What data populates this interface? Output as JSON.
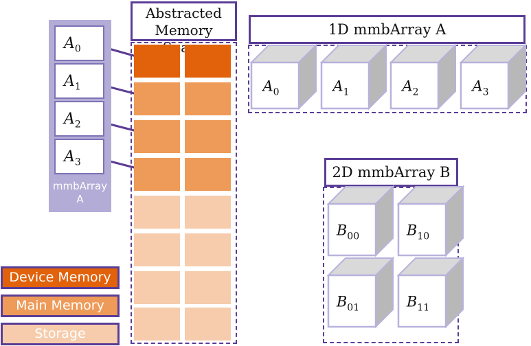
{
  "memory": {
    "header_line1": "Abstracted",
    "header_line2": "Memory Space",
    "rows": [
      "device",
      "main",
      "main",
      "main",
      "storage",
      "storage",
      "storage",
      "storage"
    ]
  },
  "sidebar": {
    "slots": [
      {
        "base": "A",
        "sub": "0"
      },
      {
        "base": "A",
        "sub": "1"
      },
      {
        "base": "A",
        "sub": "2"
      },
      {
        "base": "A",
        "sub": "3"
      }
    ],
    "caption_line1": "mmbArray",
    "caption_line2": "A"
  },
  "array_a": {
    "title": "1D mmbArray A",
    "cubes": [
      {
        "base": "A",
        "sub": "0"
      },
      {
        "base": "A",
        "sub": "1"
      },
      {
        "base": "A",
        "sub": "2"
      },
      {
        "base": "A",
        "sub": "3"
      }
    ]
  },
  "array_b": {
    "title": "2D mmbArray B",
    "cubes": [
      {
        "base": "B",
        "sub": "00"
      },
      {
        "base": "B",
        "sub": "10"
      },
      {
        "base": "B",
        "sub": "01"
      },
      {
        "base": "B",
        "sub": "11"
      }
    ]
  },
  "legend": {
    "device": "Device Memory",
    "main": "Main Memory",
    "storage": "Storage"
  },
  "colors": {
    "device": "#e2620c",
    "main": "#ee9a58",
    "storage": "#f6ccac",
    "border": "#5a3d96",
    "sidebar": "#b3acd6",
    "slot_border": "#7d73b6",
    "connector": "#5b3c94",
    "cube_front": "#ffffff",
    "cube_top": "#d9d9d9",
    "cube_side": "#b8b8b8",
    "cube_edge": "#b8b2dc"
  }
}
